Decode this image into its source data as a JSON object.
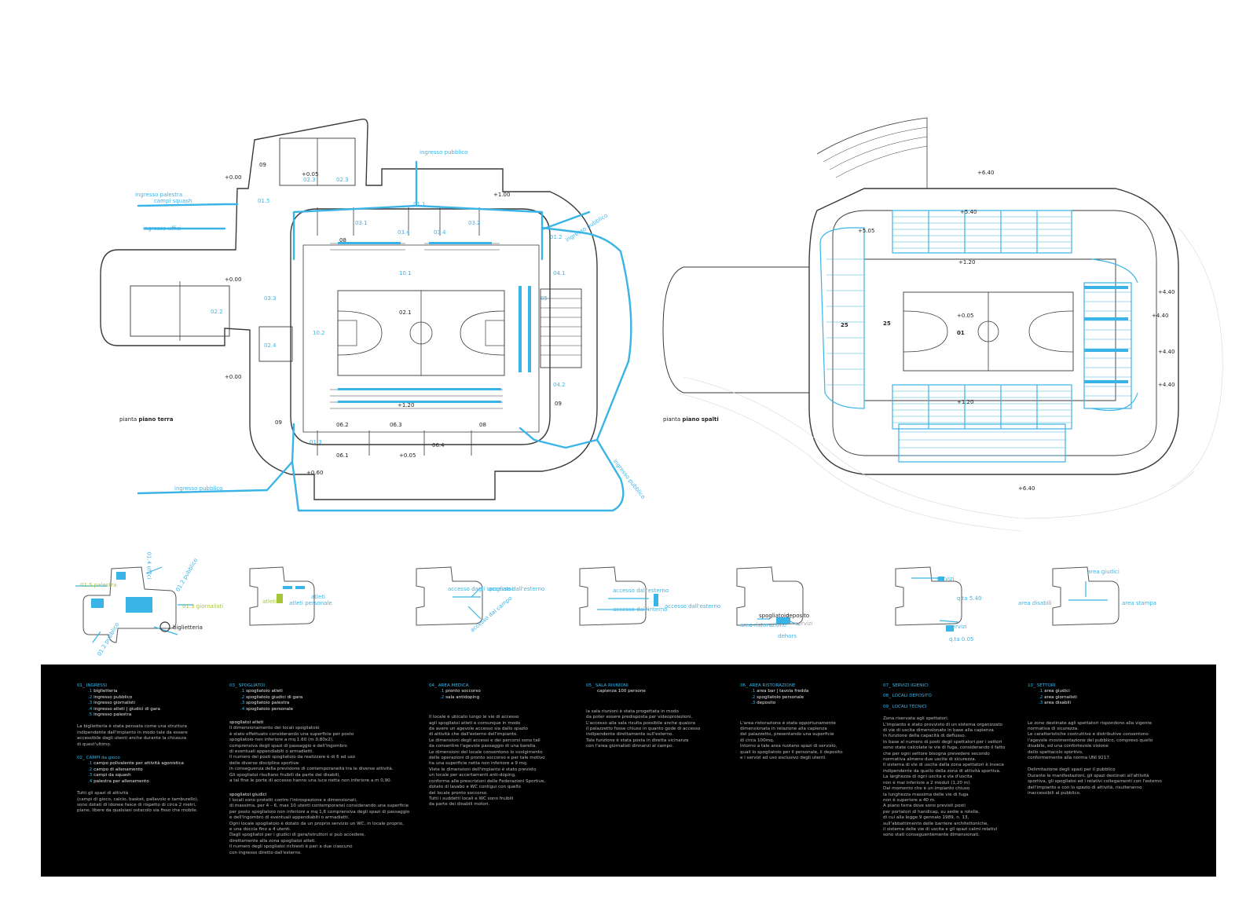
{
  "plans": {
    "ground": {
      "title_prefix": "pianta",
      "title_bold": "piano terra"
    },
    "upper": {
      "title_prefix": "pianta",
      "title_bold": "piano spalti"
    }
  },
  "annotations": {
    "ingresso_pubblico_top": "ingresso pubblico",
    "ingresso_palestra": "ingresso palestra",
    "campi_squash": "campi squash",
    "ingresso_uffici": "ingresso uffici",
    "ingresso_pubblico_bottom": "ingresso pubblico",
    "ingresso_pubblico_right": "ingresso pubblico",
    "ingresso_pubblico_diag": "ingresso pubblico"
  },
  "room_codes": [
    "09",
    "02.3",
    "02.3",
    "01.5",
    "02.2",
    "03.3",
    "02.4",
    "09",
    "06.2",
    "06.3",
    "08",
    "06.4",
    "06.1",
    "09",
    "10.1",
    "10.2",
    "05",
    "08",
    "03.1",
    "03.2",
    "03.4",
    "03.4",
    "02.1",
    "01.1",
    "01.2",
    "04.1",
    "04.2",
    "01.3",
    "25",
    "25",
    "01"
  ],
  "levels": [
    "+0.00",
    "+0.05",
    "+1.00",
    "+0.00",
    "+1.20",
    "+0.05",
    "+0.00",
    "+0.60",
    "+5.40",
    "+6.40",
    "+5.05",
    "+6.40",
    "+1.20",
    "+1.20",
    "+0.05",
    "+4.40",
    "+4.40",
    "+4.40",
    "+4.40"
  ],
  "diagrams": [
    {
      "labels": [
        "01.5 palestra",
        "01.4 uffici",
        "01.2 pubblico",
        "01.3 giornalisti",
        "01.2 pubblico",
        "biglietteria"
      ]
    },
    {
      "labels": [
        "atleti",
        "atleti personale",
        "atleti"
      ]
    },
    {
      "labels": [
        "accesso dall'esterno",
        "accesso dagli spogliatoi",
        "accesso dal campo"
      ]
    },
    {
      "labels": [
        "accesso dall'esterno",
        "accesso dall'interno",
        "accesso dall'esterno"
      ]
    },
    {
      "labels": [
        "spogliatoio",
        "deposito",
        "area ristorazione",
        "servizi",
        "dehors"
      ]
    },
    {
      "labels": [
        "servizi",
        "q.ta 5.40",
        "servizi",
        "q.ta 0.05"
      ]
    },
    {
      "labels": [
        "area giudici",
        "area stampa",
        "area disabili"
      ]
    }
  ],
  "legend": {
    "c1": {
      "h1": "01_ INGRESSI",
      "items1": [
        {
          "n": ".1",
          "t": "biglietteria"
        },
        {
          "n": ".2",
          "t": "ingresso pubblico"
        },
        {
          "n": ".3",
          "t": "ingresso giornalisti"
        },
        {
          "n": ".4",
          "t": "ingresso atleti | giudici di gara"
        },
        {
          "n": ".5",
          "t": "ingresso palestra"
        }
      ],
      "p1": "La biglietteria è stata pensata come una struttura\nindipendente dall'impianto in modo tale da essere\naccessibile dagli utenti anche durante la chiusura\ndi quest'ultimo.",
      "h2": "02_ CAMPI da gioco",
      "items2": [
        {
          "n": ".1",
          "t": "campo polivalente per attività agonistica"
        },
        {
          "n": ".2",
          "t": "campo di allenamento"
        },
        {
          "n": ".3",
          "t": "campi da squash"
        },
        {
          "n": ".4",
          "t": "palestra per allenamento"
        }
      ],
      "p2": "Tutti gli spazi di attività\n(campi di gioco, calcio, basket, pallavolo e tamburello),\nsono dotati di idonee fasce di rispetto di circa 2 metri,\npiane, libere da qualsiasi ostacolo sia fisso che mobile."
    },
    "c2": {
      "h1": "03_ SPOGLIATOI",
      "items1": [
        {
          "n": ".1",
          "t": "spogliatoio atleti"
        },
        {
          "n": ".2",
          "t": "spogliatoio giudici di gara"
        },
        {
          "n": ".3",
          "t": "spogliatoio palestra"
        },
        {
          "n": ".4",
          "t": "spogliatoio personale"
        }
      ],
      "s1": "spogliatoi atleti",
      "p1": "Il dimensionamento dei locali spogliatoio\nè stato effettuato considerando una superficie per posto\nspogliatoio non inferiore a mq 1.60 (m 0,80x2),\ncomprensiva degli spazi di passaggio e dell'ingombro\ndi eventuali appendiabiti o armadietti.\nIl numero dei posti spogliatoio da realizzare è di 6 ad uso\ndelle diverse discipline sportive\nin conseguenza della previsione di contemporaneità tra le diverse attività.\nGli spogliatoi risultano fruibili da parte dei disabili,\na tal fine le porte di accesso hanno una luce netta non inferiore a m 0,90.",
      "s2": "spogliatoi giudici",
      "p2": "I locali sono protetti contro l'introspezione e dimensionati,\ndi massima, per 4 – 6, max 10 utenti contemporanei considerando una superficie\nper posto spogliatoio non inferiore a mq 1,6 comprensiva degli spazi di passaggio\ne dell'ingombro di eventuali appendiabiti o armadietti.\nOgni locale spogliatoio è dotato da un proprio servizio un WC, in locale proprio,\ne una doccia fino a 4 utenti.\nDagli spogliatoi per i giudici di gara/istruttori si può accedere,\ndirettamente alla zona spogliatoi atleti.\nIl numero degli spogliatoi richiesti è pari a due ciascuno\ncon ingresso diretto dall'esterno."
    },
    "c3": {
      "h1": "04_ AREA MEDICA",
      "items1": [
        {
          "n": ".1",
          "t": "pronto soccorso"
        },
        {
          "n": ".2",
          "t": "sala antidoping"
        }
      ],
      "p1": "Il locale è ubicato lungo le vie di accesso\nagli spogliatoi atleti e comunque in modo\nda avere un agevole accesso sia dallo spazio\ndi attività che dall'esterno dell'impianto.\nLe dimensioni degli accessi e dei percorsi sono tali\nda consentire l'agevole passaggio di una barella.\nLe dimensioni del locale consentono lo svolgimento\ndelle operazioni di pronto soccorso e per tale motivo\nha una superficie netta non inferiore a 9 mq.\nViste le dimensioni dell'impianto è stato previsto\nun locale per accertamenti anti-doping,\nconforme alle prescrizioni delle Federazioni Sportive,\ndotato di lavabo e WC contigui con quello\ndel locale pronto soccorso.\nTutti i suddetti locali e WC sono fruibili\nda parte dei disabili motori."
    },
    "c4": {
      "h1": "05_ SALA RIUNIONI",
      "sub": "capienza 100 persone",
      "p1": "la sala riunioni è stata progettata in modo\nda poter essere predisposta per videoproiezioni.\nL'accesso alla sala risulta possibile anche qualora\nil palazzetto fosse chiuso in quanto gode di accesso\nindipendente direttamente sull'esterno.\nTale funzione è stata posta in diretta vicinanza\ncon l'area giornalisti dinnanzi al campo."
    },
    "c5": {
      "h1": "06_ AREA RISTORAZIONE",
      "items1": [
        {
          "n": ".1",
          "t": "area bar | tavola fredda"
        },
        {
          "n": ".2",
          "t": "spogliatoio personale"
        },
        {
          "n": ".3",
          "t": "deposito"
        }
      ],
      "p1": "L'area ristorazione è stata opportunamente\ndimensionata in relazione alla capienza\ndel palazzetto, presentando una superficie\ndi circa 100mq.\nIntorno a tale area ruotano spazi di servizio,\nquali lo spogliatoio per il personale, il deposito\ne i servizi ad uso esclusivo degli utenti."
    },
    "c6": {
      "h1": "07_ SERVIZI IGIENICI",
      "h2": "08_ LOCALI DEPOSITO",
      "h3": "09_ LOCALI TECNICI",
      "p1": "Zona riservata agli spettatori.\nL'impianto è stato provvisto di un sistema organizzato\ndi vie di uscita dimensionato in base alla capienza\nin funzione della capacità di deflusso.\nIn base al numero di posti degli spettatori per i settori\nsono state calcolate le vie di fuga, considerando il fatto\nche per ogni settore bisogna prevedere secondo\nnormativa almeno due uscite di sicurezza.\nIl sistema di vie di uscita dalla zona spettatori è invece\nindipendente da quello della zona di attività sportiva.\nLa larghezza di ogni uscita e via d'uscita\nnon è mai inferiore a 2 moduli (1,20 m).\nDal momento che è un impianto chiuso\nla lunghezza massima delle vie di fuga\nnon è superiore a 40 m.\nA piano terra dove sono previsti posti\nper portatori di handicap, su sedie a rotelle,\ndi cui alla legge 9 gennaio 1989, n. 13,\nsull'abbattimento delle barriere architettoniche,\nil sistema delle vie di uscita e gli spazi calmi relativi\nsono stati conseguentemente dimensionati."
    },
    "c7": {
      "h1": "10_ SETTORI",
      "items1": [
        {
          "n": ".1",
          "t": "area giudici"
        },
        {
          "n": ".2",
          "t": "area giornalisti"
        },
        {
          "n": ".3",
          "t": "area disabili"
        }
      ],
      "p1": "Le zone destinate agli spettatori rispondono alla vigente\nnormativa di sicurezza.\nLe caratteristiche costruttive e distributive consentono\nl'agevole movimentazione del pubblico, compreso quello\ndisabile, ed una confortevole visione\ndello spettacolo sportivo,\nconformemente alla norma UNI 9217.",
      "p2": "Delimitazione degli spazi per il pubblico\nDurante le manifestazioni, gli spazi destinati all'attività\nsportiva, gli spogliatoi ed i relativi collegamenti con l'esterno\ndell'impianto e con lo spazio di attività, risulteranno\ninaccessibili al pubblico."
    }
  },
  "colors": {
    "accent": "#3ab4e6",
    "line": "#3a3a3a",
    "green": "#a6c63a",
    "legend_bg": "#000000"
  }
}
